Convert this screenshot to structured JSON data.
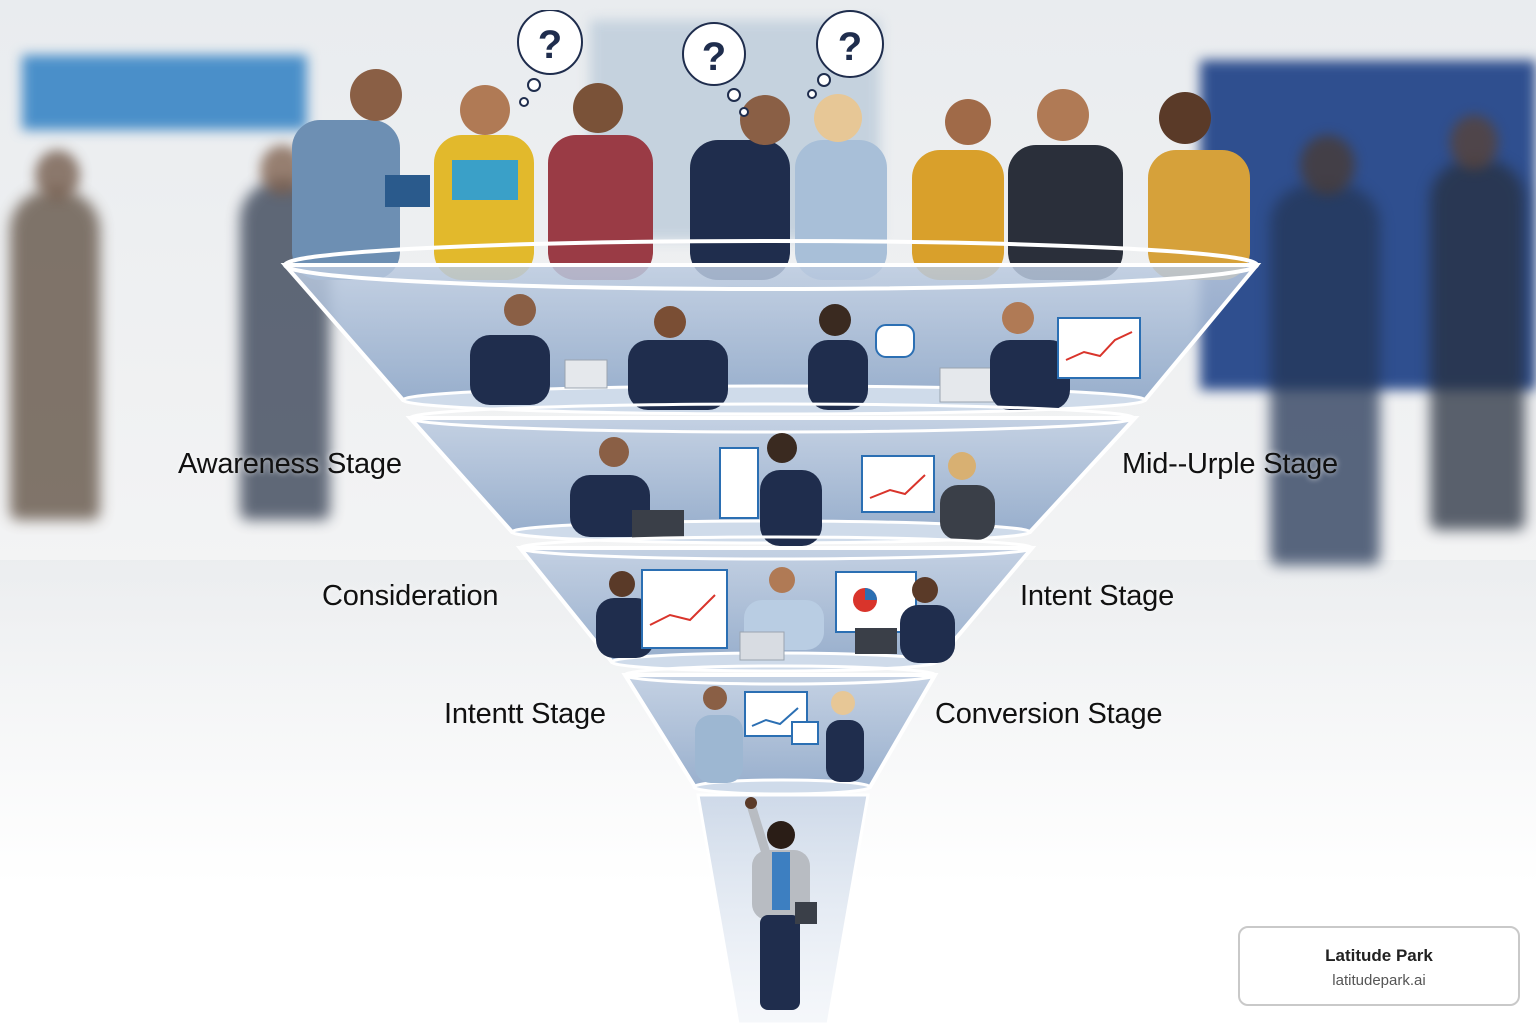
{
  "labels": {
    "awareness": "Awareness Stage",
    "mid": "Mid--Urple Stage",
    "consideration": "Consideration",
    "intent_right": "Intent Stage",
    "intent_left": "Intentt Stage",
    "conversion": "Conversion Stage"
  },
  "bubble_text": "?",
  "brand": {
    "name": "Latitude Park",
    "url": "latitudepark.ai"
  },
  "colors": {
    "funnel_fill": "#9fb6d3",
    "funnel_edge": "#ffffff",
    "suit_navy": "#1f2d4d",
    "accent_blue": "#2b6fb3",
    "chart_red": "#d9342b"
  }
}
